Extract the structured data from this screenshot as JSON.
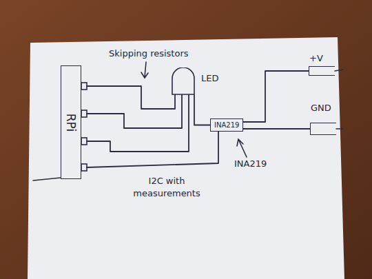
{
  "diagram": {
    "nodes": [
      {
        "text": [
          "RPi"
        ]
      },
      {
        "text": [
          "LED"
        ]
      },
      {
        "text": [
          "INA219"
        ]
      },
      {
        "text": [
          "+V"
        ]
      },
      {
        "text": [
          "GND"
        ]
      }
    ],
    "edges": [
      {
        "from": 0,
        "to": 1,
        "arrow": "none"
      },
      {
        "from": 0,
        "to": 1,
        "arrow": "none"
      },
      {
        "from": 0,
        "to": 1,
        "arrow": "none"
      },
      {
        "from": 1,
        "to": 2,
        "arrow": "none"
      },
      {
        "from": 0,
        "to": 2,
        "label": "I2C with measurements",
        "arrow": "none"
      },
      {
        "from": 2,
        "to": 3,
        "arrow": "none"
      },
      {
        "from": 2,
        "to": 4,
        "arrow": "none"
      }
    ],
    "labels": [
      "Skipping resistors",
      "INA219"
    ]
  }
}
